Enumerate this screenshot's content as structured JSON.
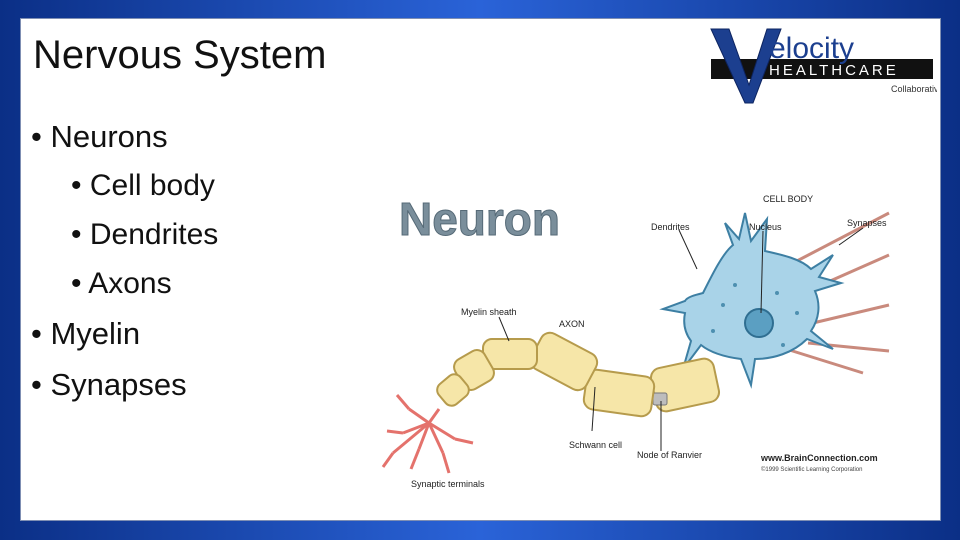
{
  "slide": {
    "title": "Nervous System",
    "bullets": [
      {
        "text": "Neurons",
        "level": 1
      },
      {
        "text": "Cell body",
        "level": 2
      },
      {
        "text": "Dendrites",
        "level": 2
      },
      {
        "text": "Axons",
        "level": 2
      },
      {
        "text": "Myelin",
        "level": 1
      },
      {
        "text": "Synapses",
        "level": 1
      }
    ],
    "bullet_glyph": "•"
  },
  "logo": {
    "letter": "V",
    "word": "elocity",
    "band": "HEALTHCARE",
    "sub": "Collaborative",
    "colors": {
      "blue": "#1c3f8f",
      "band": "#111111"
    }
  },
  "diagram": {
    "heading": "Neuron",
    "labels": {
      "cell_body": "CELL BODY",
      "dendrites": "Dendrites",
      "nucleus": "Nucleus",
      "synapses": "Synapses",
      "myelin_sheath": "Myelin sheath",
      "axon": "AXON",
      "schwann_cell": "Schwann cell",
      "node_of_ranvier": "Node of Ranvier",
      "synaptic_terminals": "Synaptic terminals",
      "credit_url": "www.BrainConnection.com",
      "credit_copy": "©1999 Scientific Learning Corporation"
    },
    "colors": {
      "cell": "#a9d3e8",
      "cell_edge": "#3d7fa3",
      "myelin": "#f6e6a8",
      "myelin_edge": "#b69b4c",
      "terminal": "#f08c88",
      "synapse_line": "#c98a7d"
    }
  }
}
